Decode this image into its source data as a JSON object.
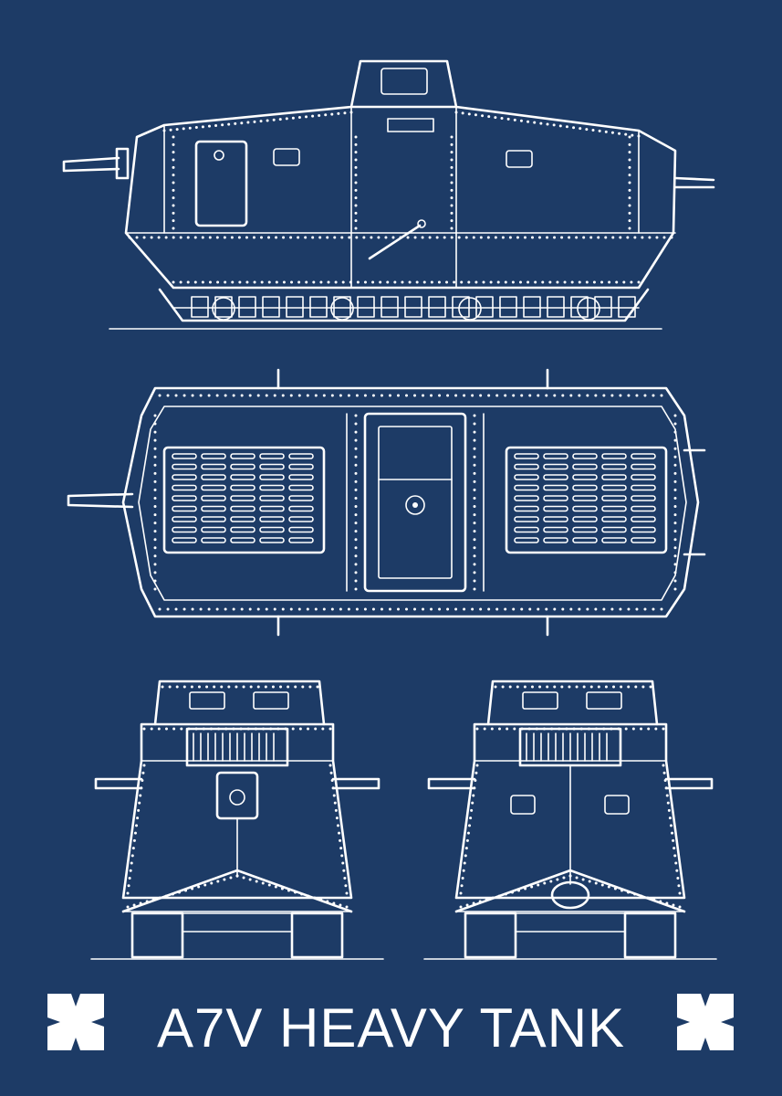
{
  "title": "A7V HEAVY TANK",
  "colors": {
    "background": "#1d3b66",
    "lines": "#ffffff"
  },
  "views": [
    "side",
    "top",
    "front",
    "rear"
  ],
  "emblem_icon": "iron-cross-icon"
}
